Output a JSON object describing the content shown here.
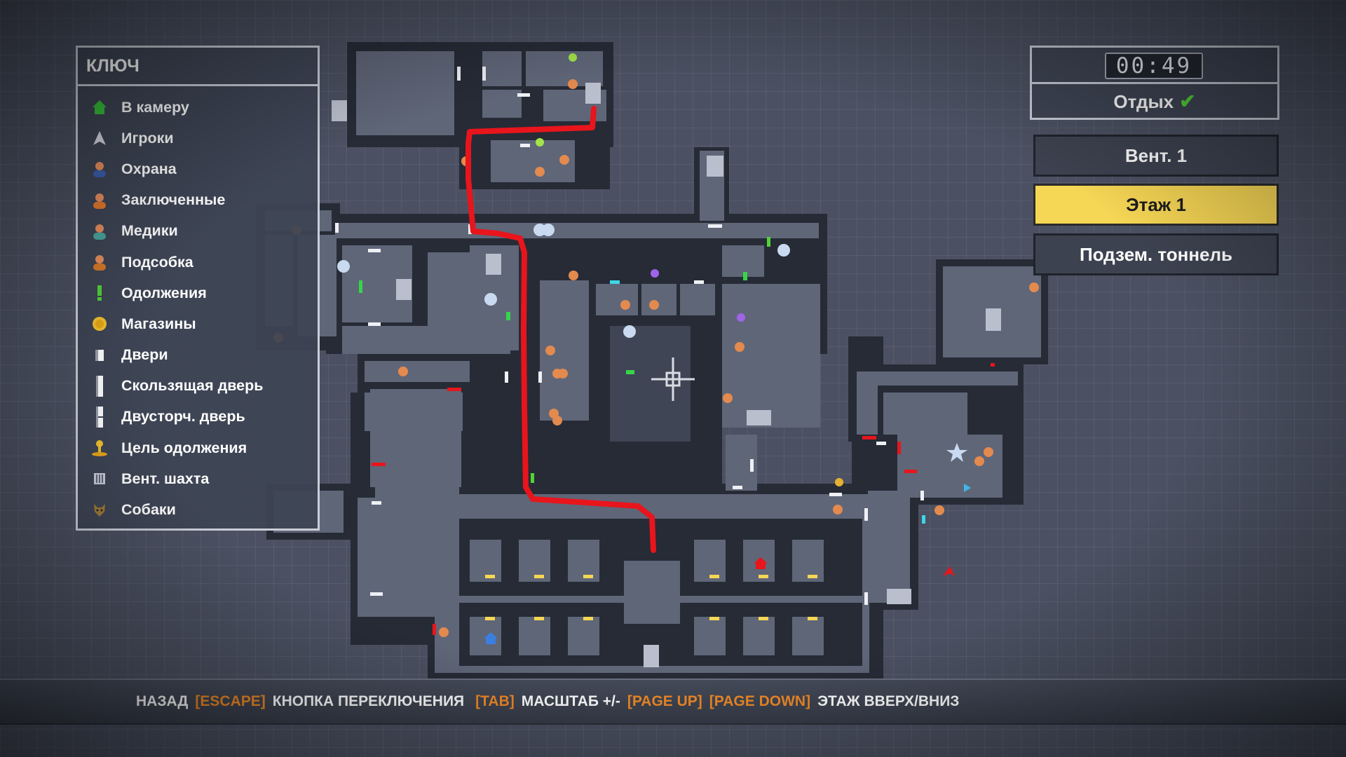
{
  "legend": {
    "title": "КЛЮЧ",
    "items": [
      {
        "label": "В камеру",
        "icon": "green-house-icon"
      },
      {
        "label": "Игроки",
        "icon": "player-arrow-icon"
      },
      {
        "label": "Охрана",
        "icon": "guard-icon"
      },
      {
        "label": "Заключенные",
        "icon": "inmate-icon"
      },
      {
        "label": "Медики",
        "icon": "medic-icon"
      },
      {
        "label": "Подсобка",
        "icon": "worker-icon"
      },
      {
        "label": "Одолжения",
        "icon": "exclamation-icon"
      },
      {
        "label": "Магазины",
        "icon": "coin-icon"
      },
      {
        "label": "Двери",
        "icon": "door-icon"
      },
      {
        "label": "Скользящая дверь",
        "icon": "sliding-door-icon"
      },
      {
        "label": "Двусторч. дверь",
        "icon": "double-door-icon"
      },
      {
        "label": "Цель одолжения",
        "icon": "favour-target-icon"
      },
      {
        "label": "Вент. шахта",
        "icon": "vent-icon"
      },
      {
        "label": "Собаки",
        "icon": "dog-icon"
      }
    ]
  },
  "clock": {
    "time": "00:49",
    "activity": "Отдых"
  },
  "floors": [
    {
      "label": "Вент. 1",
      "active": false
    },
    {
      "label": "Этаж 1",
      "active": true
    },
    {
      "label": "Подзем. тоннель",
      "active": false
    }
  ],
  "bottom_bar": {
    "back": "НАЗАД",
    "back_key": "[ESCAPE]",
    "toggle": "КНОПКА ПЕРЕКЛЮЧЕНИЯ",
    "toggle_key": "[TAB]",
    "zoom": "МАСШТАБ +/-",
    "zoom_in_key": "[PAGE UP]",
    "zoom_out_key": "[PAGE DOWN]",
    "floor": "ЭТАЖ ВВЕРХ/ВНИЗ"
  },
  "colors": {
    "route": "#e8151c",
    "active_floor": "#f6d655",
    "key_hint": "#f08a27",
    "wall": "#262b36",
    "room": "#5f6678"
  }
}
